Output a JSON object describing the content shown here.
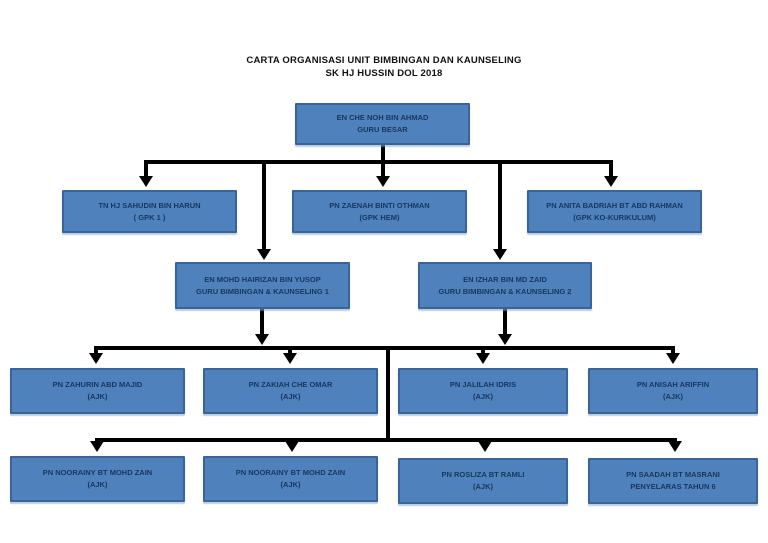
{
  "title": {
    "line1": "CARTA ORGANISASI UNIT BIMBINGAN DAN KAUNSELING",
    "line2": "SK HJ HUSSIN DOL 2018"
  },
  "org": {
    "level1": [
      {
        "name": "EN CHE NOH BIN AHMAD",
        "role": "GURU BESAR"
      }
    ],
    "level2": [
      {
        "name": "TN HJ SAHUDIN BIN HARUN",
        "role": "( GPK 1 )"
      },
      {
        "name": "PN ZAENAH BINTI OTHMAN",
        "role": "(GPK HEM)"
      },
      {
        "name": "PN ANITA BADRIAH BT ABD RAHMAN",
        "role": "(GPK KO-KURIKULUM)"
      }
    ],
    "level3": [
      {
        "name": "EN MOHD HAIRIZAN BIN YUSOP",
        "role": "GURU BIMBINGAN & KAUNSELING 1"
      },
      {
        "name": "EN IZHAR BIN MD ZAID",
        "role": "GURU BIMBINGAN & KAUNSELING 2"
      }
    ],
    "level4": [
      {
        "name": "PN ZAHURIN ABD MAJID",
        "role": "(AJK)"
      },
      {
        "name": "PN ZAKIAH CHE OMAR",
        "role": "(AJK)"
      },
      {
        "name": "PN JALILAH IDRIS",
        "role": "(AJK)"
      },
      {
        "name": "PN ANISAH ARIFFIN",
        "role": "(AJK)"
      }
    ],
    "level5": [
      {
        "name": "PN NOORAINY BT MOHD ZAIN",
        "role": "(AJK)"
      },
      {
        "name": "PN NOORAINY BT MOHD ZAIN",
        "role": "(AJK)"
      },
      {
        "name": "PN ROSLIZA BT RAMLI",
        "role": "(AJK)"
      },
      {
        "name": "PN SAADAH BT MASRANI",
        "role": "PENYELARAS TAHUN 6"
      }
    ]
  },
  "colors": {
    "background": "#FFFFFF",
    "box_fill": "#4F81BD",
    "box_border": "#3A6398",
    "box_text": "#17375E",
    "connector": "#000000",
    "title_text": "#111111"
  }
}
